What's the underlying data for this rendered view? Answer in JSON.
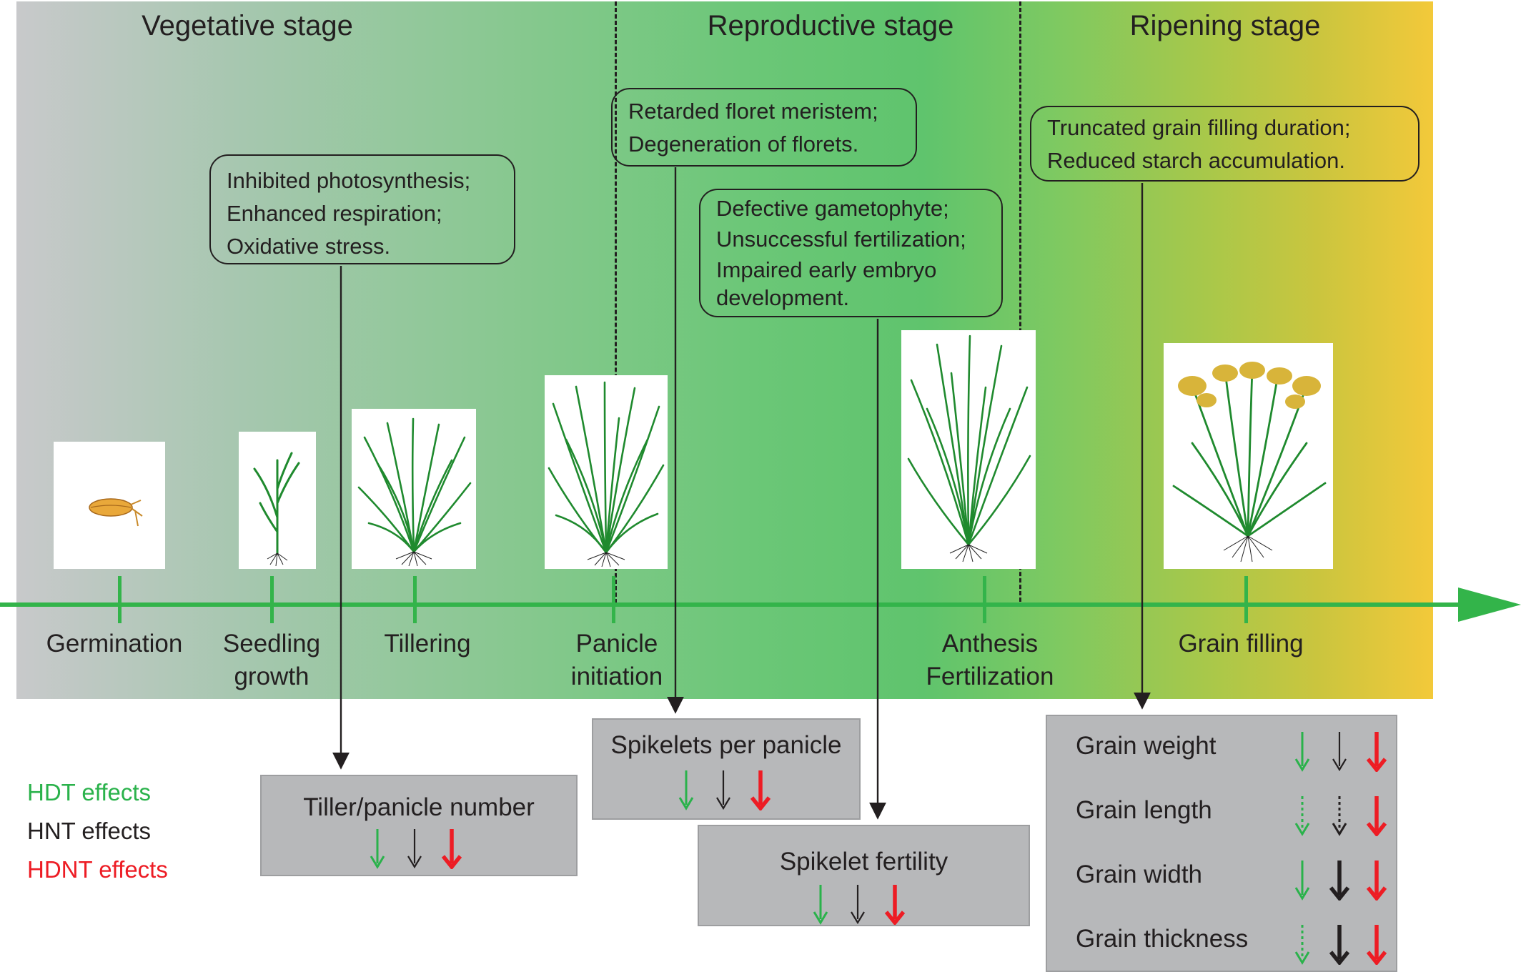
{
  "stages": {
    "vegetative": "Vegetative stage",
    "reproductive": "Reproductive stage",
    "ripening": "Ripening stage"
  },
  "effects": {
    "vegetative": [
      "Inhibited photosynthesis;",
      "Enhanced respiration;",
      "Oxidative stress."
    ],
    "floret": [
      "Retarded floret meristem;",
      "Degeneration of florets."
    ],
    "gametophyte": [
      "Defective gametophyte;",
      "Unsuccessful fertilization;",
      "Impaired early embryo",
      "development."
    ],
    "grain_filling": [
      "Truncated grain filling duration;",
      "Reduced starch accumulation."
    ]
  },
  "timeline": [
    {
      "line1": "Germination",
      "line2": ""
    },
    {
      "line1": "Seedling",
      "line2": "growth"
    },
    {
      "line1": "Tillering",
      "line2": ""
    },
    {
      "line1": "Panicle",
      "line2": "initiation"
    },
    {
      "line1": "Anthesis",
      "line2": "Fertilization"
    },
    {
      "line1": "Grain filling",
      "line2": ""
    }
  ],
  "results": {
    "tiller": "Tiller/panicle number",
    "spikelets": "Spikelets per panicle",
    "fertility": "Spikelet fertility",
    "grain": [
      "Grain weight",
      "Grain length",
      "Grain width",
      "Grain thickness"
    ]
  },
  "legend": {
    "hdt": "HDT effects",
    "hnt": "HNT effects",
    "hdnt": "HDNT effects"
  },
  "colors": {
    "hdt": "#2ab24b",
    "hnt": "#231f20",
    "hdnt": "#ed1c24",
    "axis": "#33b44a"
  },
  "effect_arrows": {
    "tiller": [
      "hdt:solid",
      "hnt:thin",
      "hdnt:bold"
    ],
    "spikelets": [
      "hdt:solid",
      "hnt:thin",
      "hdnt:bold"
    ],
    "fertility": [
      "hdt:solid",
      "hnt:thin",
      "hdnt:bold"
    ],
    "grain_weight": [
      "hdt:solid",
      "hnt:thin",
      "hdnt:bold"
    ],
    "grain_length": [
      "hdt:dotted",
      "hnt:dotted",
      "hdnt:bold"
    ],
    "grain_width": [
      "hdt:solid",
      "hnt:bold",
      "hdnt:bold"
    ],
    "grain_thickness": [
      "hdt:dotted",
      "hnt:bold",
      "hdnt:bold"
    ]
  }
}
